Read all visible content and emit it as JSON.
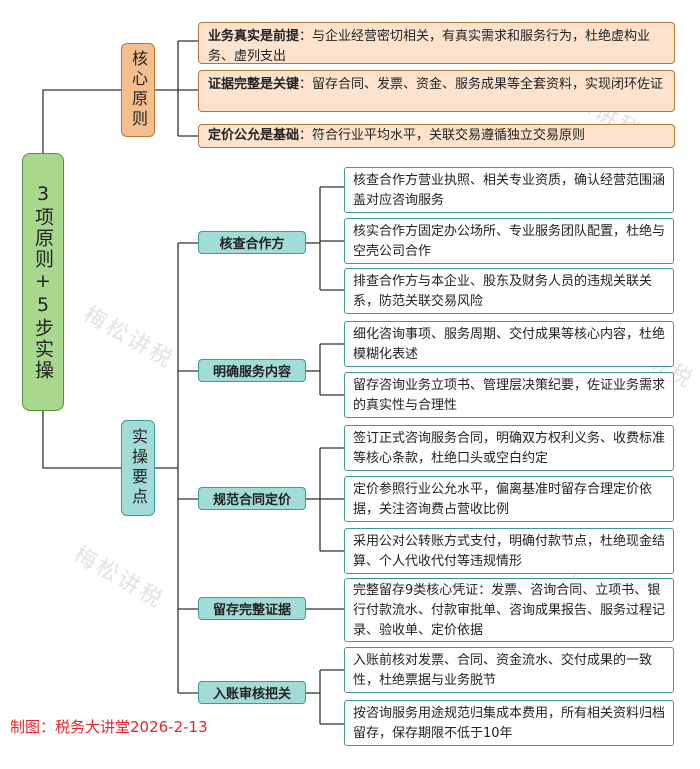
{
  "root": {
    "label": "3项原则+5步实操"
  },
  "core": {
    "label": "核心原则",
    "items": [
      {
        "bold": "业务真实是前提",
        "text": "：与企业经营密切相关，有真实需求和服务行为，杜绝虚构业务、虚列支出"
      },
      {
        "bold": "证据完整是关键",
        "text": "：留存合同、发票、资金、服务成果等全套资料，实现闭环佐证"
      },
      {
        "bold": "定价公允是基础",
        "text": "：符合行业平均水平，关联交易遵循独立交易原则"
      }
    ]
  },
  "practice": {
    "label": "实操要点",
    "steps": [
      {
        "label": "核查合作方",
        "details": [
          "核查合作方营业执照、相关专业资质，确认经营范围涵盖对应咨询服务",
          "核实合作方固定办公场所、专业服务团队配置，杜绝与空壳公司合作",
          "排查合作方与本企业、股东及财务人员的违规关联关系，防范关联交易风险"
        ]
      },
      {
        "label": "明确服务内容",
        "details": [
          "细化咨询事项、服务周期、交付成果等核心内容，杜绝模糊化表述",
          "留存咨询业务立项书、管理层决策纪要，佐证业务需求的真实性与合理性"
        ]
      },
      {
        "label": "规范合同定价",
        "details": [
          "签订正式咨询服务合同，明确双方权利义务、收费标准等核心条款，杜绝口头或空白约定",
          "定价参照行业公允水平，偏离基准时留存合理定价依据，关注咨询费占营收比例",
          "采用公对公转账方式支付，明确付款节点，杜绝现金结算、个人代收代付等违规情形"
        ]
      },
      {
        "label": "留存完整证据",
        "details": [
          "完整留存9类核心凭证：发票、咨询合同、立项书、银行付款流水、付款审批单、咨询成果报告、服务过程记录、验收单、定价依据"
        ]
      },
      {
        "label": "入账审核把关",
        "details": [
          "入账前核对发票、合同、资金流水、交付成果的一致性，杜绝票据与业务脱节",
          "按咨询服务用途规范归集成本费用，所有相关资料归档留存，保存期限不低于10年"
        ]
      }
    ]
  },
  "credit": "制图：税务大讲堂2026-2-13",
  "watermark": "梅松讲税",
  "colors": {
    "root": "#a8d88e",
    "core": "#f3c08d",
    "practice": "#a2dcd9",
    "line": "#333333",
    "credit": "#e8242a"
  }
}
